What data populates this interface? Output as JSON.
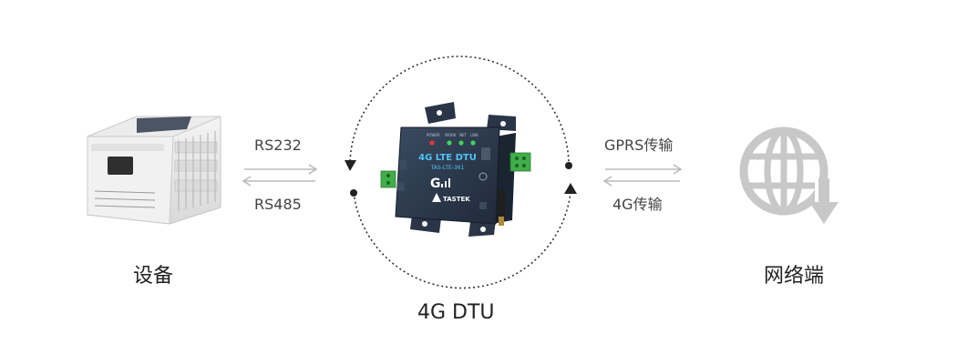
{
  "nodes": {
    "device": {
      "label": "设备"
    },
    "dtu": {
      "label": "4G DTU",
      "screen_title": "4G LTE DTU",
      "model": "TAS-LTE-361",
      "brand": "TASTEK"
    },
    "network": {
      "label": "网络端"
    }
  },
  "links": {
    "left_top": "RS232",
    "left_bottom": "RS485",
    "right_top": "GPRS传输",
    "right_bottom": "4G传输"
  },
  "colors": {
    "arrow": "#bbbbbb",
    "cycle": "#333333",
    "globe": "#c8c8c8",
    "dtu_body": "#2c3a4e",
    "terminal": "#3fae49"
  }
}
